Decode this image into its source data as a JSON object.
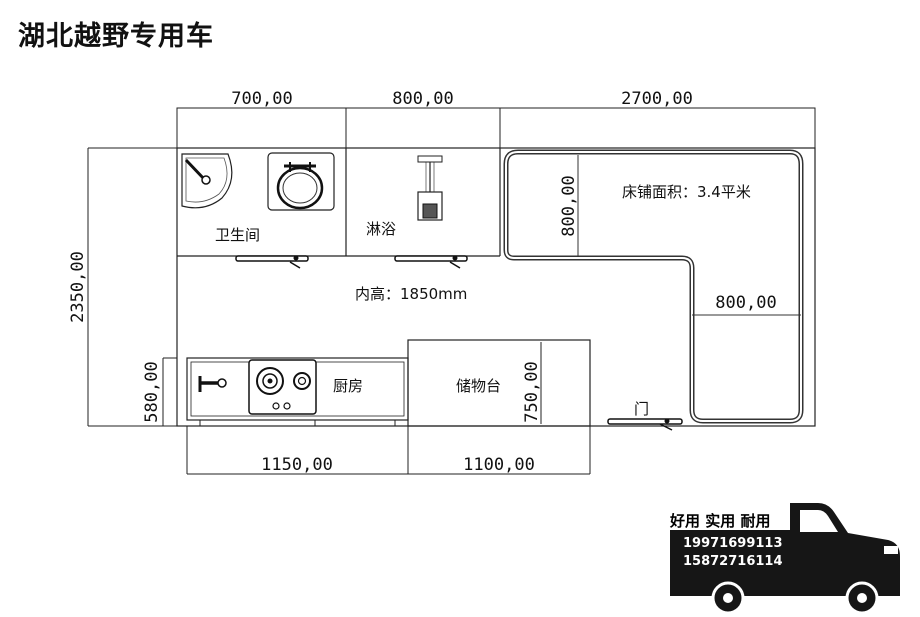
{
  "brand": {
    "title": "湖北越野专用车"
  },
  "dimensions": {
    "top_bathroom": "700,00",
    "top_shower": "800,00",
    "top_bed": "2700,00",
    "left_height": "2350,00",
    "left_kitchen": "580,00",
    "bed_depth": "800,00",
    "bed_width": "800,00",
    "storage_height": "750,00",
    "bottom_kitchen": "1150,00",
    "bottom_storage": "1100,00"
  },
  "rooms": {
    "bathroom": "卫生间",
    "shower": "淋浴",
    "bed_area": "床铺面积：3.4平米",
    "inner_height": "内高：1850mm",
    "kitchen": "厨房",
    "storage": "储物台",
    "door": "门"
  },
  "ad": {
    "slogan": "好用 实用 耐用",
    "phones": [
      "19971699113",
      "15872716114"
    ]
  }
}
